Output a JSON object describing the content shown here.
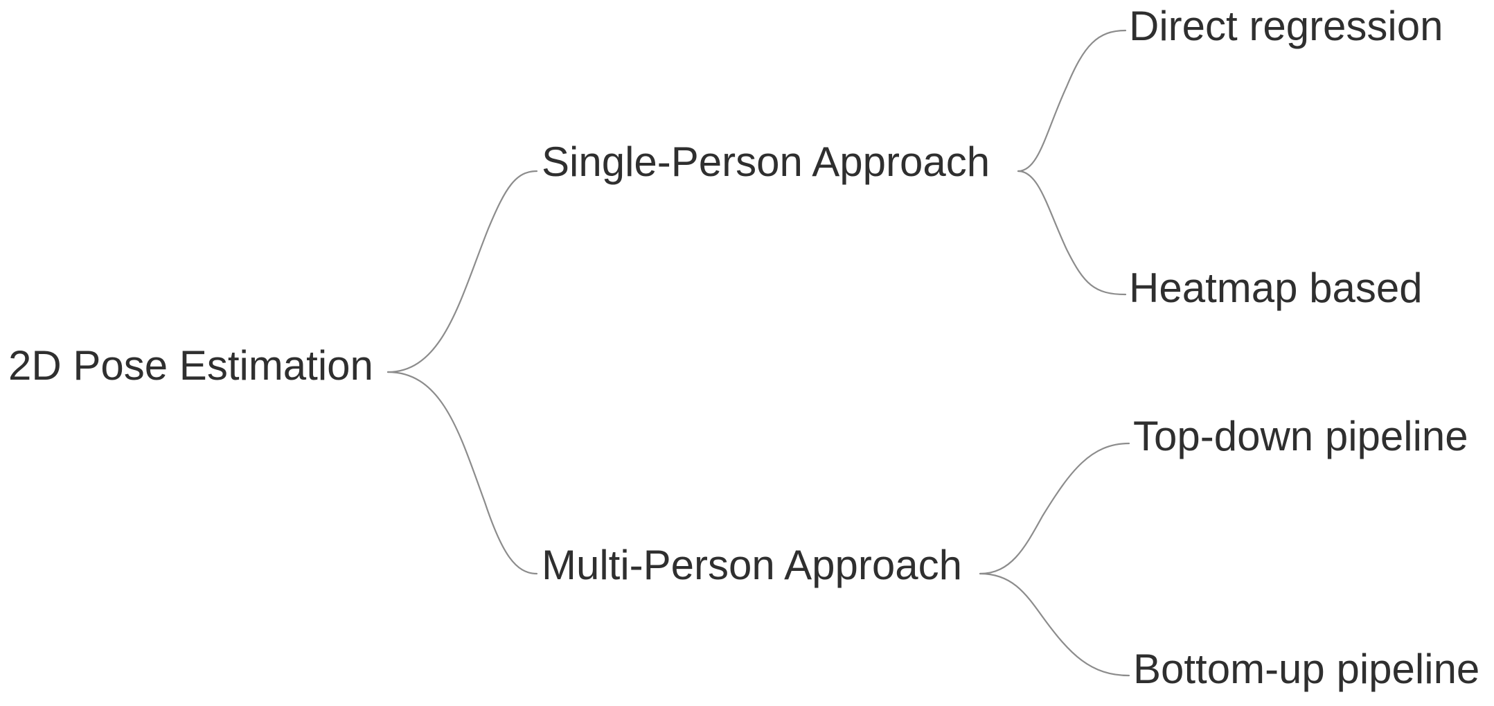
{
  "mindmap": {
    "root": "2D Pose Estimation",
    "branches": [
      {
        "label": "Single-Person Approach",
        "children": [
          "Direct regression",
          "Heatmap based"
        ]
      },
      {
        "label": "Multi-Person Approach",
        "children": [
          "Top-down pipeline",
          "Bottom-up pipeline"
        ]
      }
    ]
  },
  "colors": {
    "text": "#2f2f2f",
    "connector": "#8c8c8c",
    "background": "#ffffff"
  }
}
